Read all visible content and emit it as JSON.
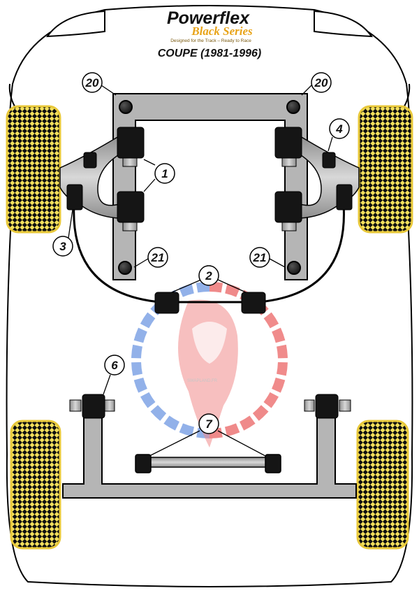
{
  "brand": {
    "name": "Powerflex",
    "series": "Black Series",
    "tagline": "Designed for the Track – Ready to Race"
  },
  "title": "COUPE (1981-1996)",
  "watermark": "SWAPLAND.FR",
  "callouts": {
    "c20_left": "20",
    "c20_right": "20",
    "c1": "1",
    "c4": "4",
    "c3": "3",
    "c21_left": "21",
    "c21_right": "21",
    "c2": "2",
    "c6": "6",
    "c7": "7"
  },
  "colors": {
    "tyre": "#f2df5c",
    "tyre_tread": "#0f0f0f",
    "chassis_fill": "#b5b5b5",
    "bush": "#151515",
    "outline": "#000000",
    "watermark_red": "#e32b2b",
    "watermark_blue": "#3a72d8"
  }
}
